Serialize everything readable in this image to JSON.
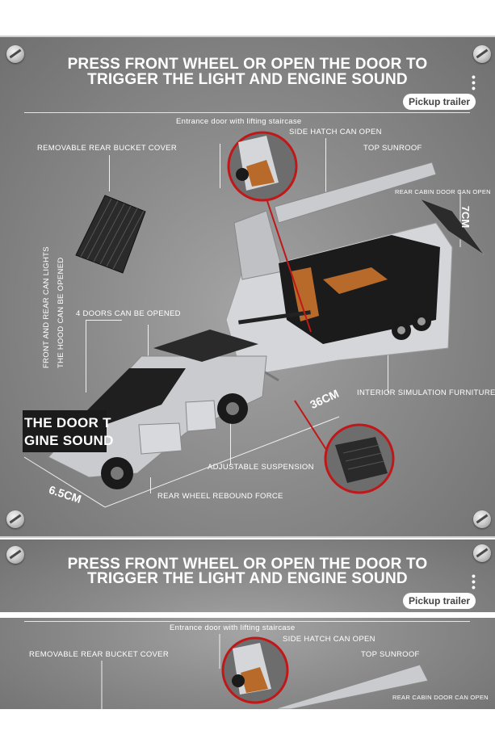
{
  "title_line1": "PRESS FRONT WHEEL OR OPEN THE DOOR TO",
  "title_line2": "TRIGGER THE LIGHT AND ENGINE SOUND",
  "tag": "Pickup trailer",
  "labels": {
    "entrance": "Entrance door with lifting staircase",
    "side_hatch": "SIDE HATCH CAN OPEN",
    "top_sunroof": "TOP SUNROOF",
    "rear_bucket": "REMOVABLE REAR BUCKET COVER",
    "rear_cabin": "REAR CABIN DOOR CAN OPEN",
    "lights": "FRONT AND REAR CAN LIGHTS",
    "hood": "THE HOOD CAN BE OPENED",
    "doors": "4 DOORS CAN BE OPENED",
    "interior": "INTERIOR SIMULATION FURNITURE",
    "suspension": "ADJUSTABLE SUSPENSION",
    "rebound": "REAR WHEEL REBOUND FORCE"
  },
  "dims": {
    "length": "36CM",
    "height": "7CM",
    "width": "6.5CM"
  },
  "box_text": {
    "line1": "THE DOOR T",
    "line2": "GINE SOUND"
  }
}
